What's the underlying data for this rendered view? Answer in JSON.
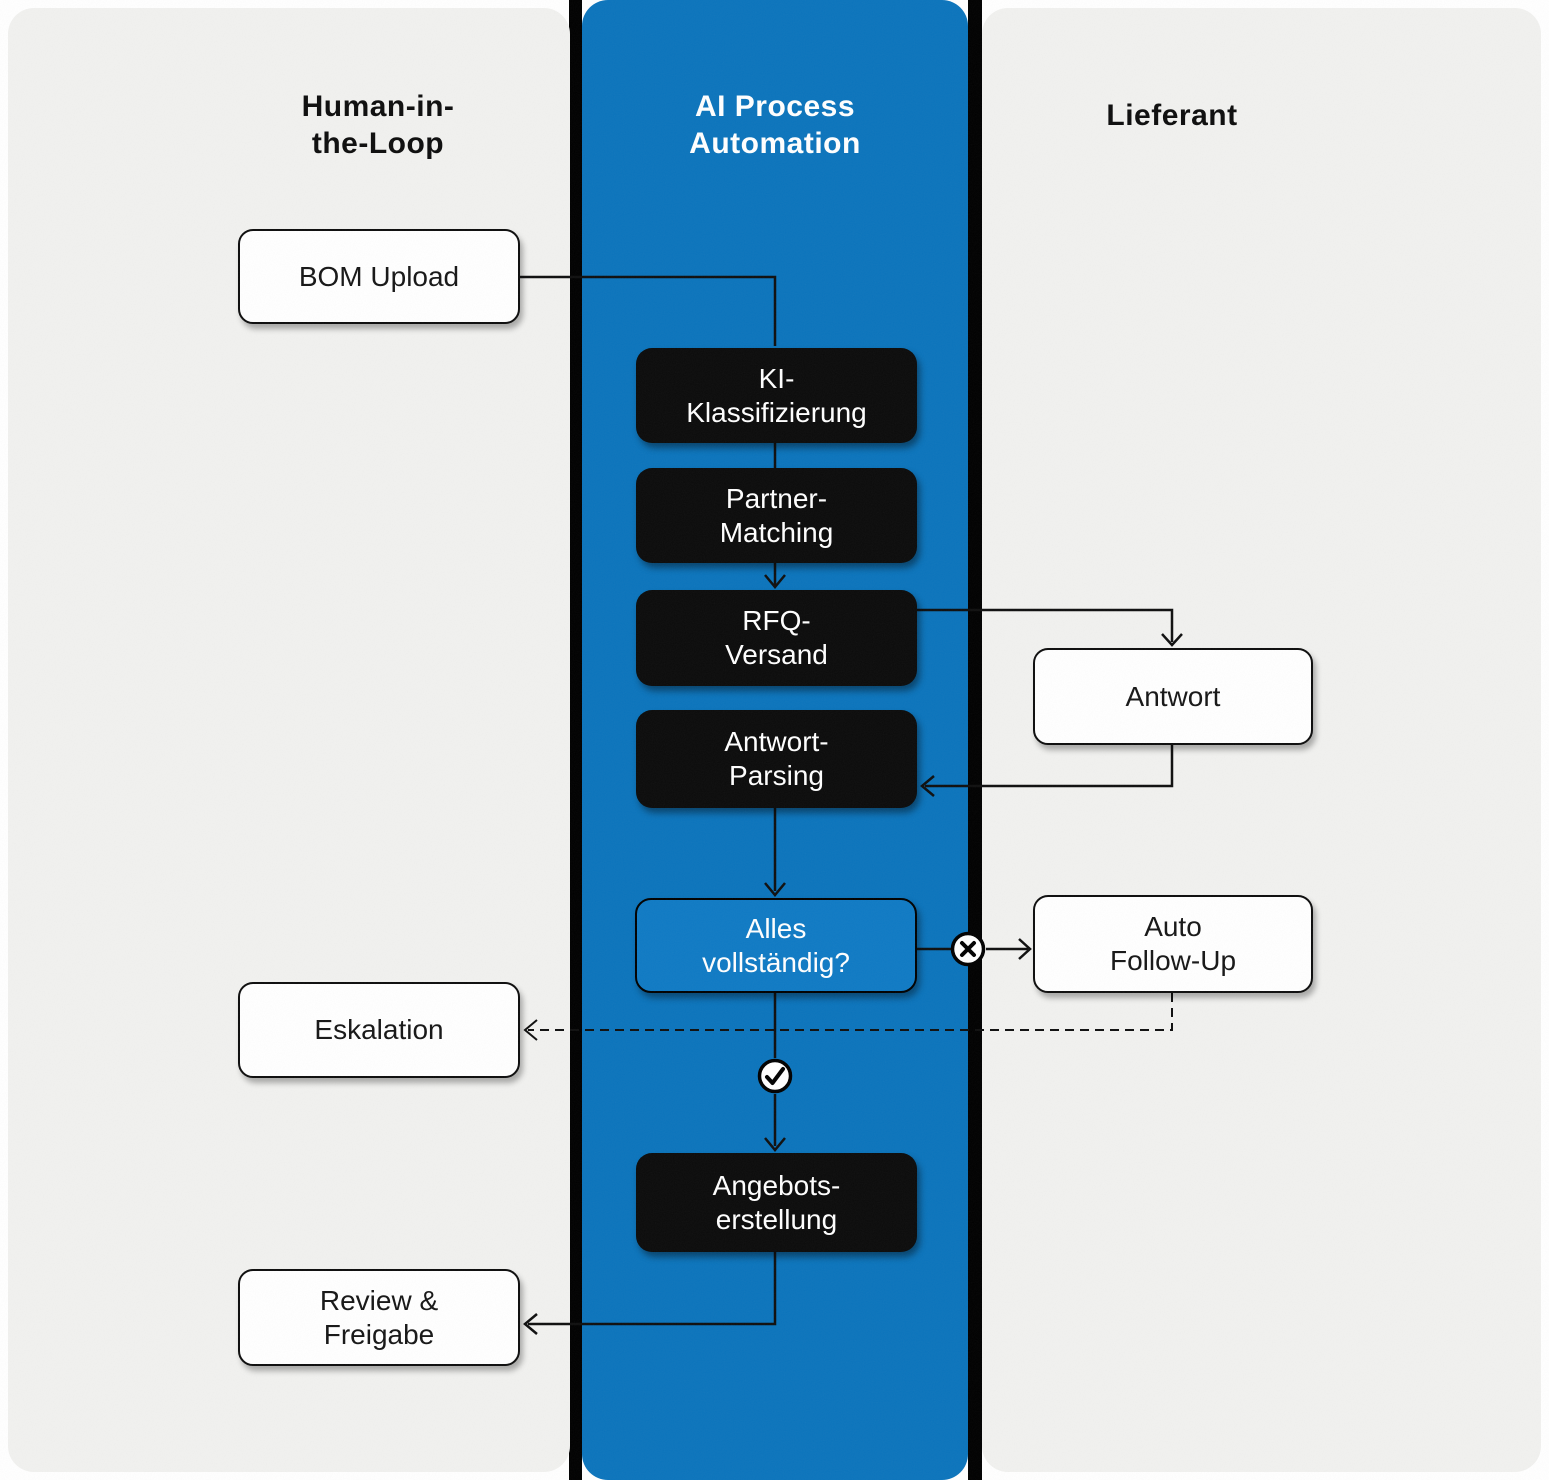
{
  "diagram": {
    "lanes": [
      {
        "title": "Human-in-\nthe-Loop"
      },
      {
        "title": "AI Process\nAutomation"
      },
      {
        "title": "Lieferant"
      }
    ],
    "nodes": {
      "bom_upload": "BOM Upload",
      "ki_klassifizierung": "KI-\nKlassifizierung",
      "partner_matching": "Partner-\nMatching",
      "rfq_versand": "RFQ-\nVersand",
      "antwort": "Antwort",
      "antwort_parsing": "Antwort-\nParsing",
      "alles_vollstaendig": "Alles\nvollständig?",
      "auto_follow_up": "Auto\nFollow-Up",
      "eskalation": "Eskalation",
      "angebotserstellung": "Angebots-\nerstellung",
      "review_freigabe": "Review &\nFreigabe"
    },
    "icons": {
      "decision_no": "cross-circle",
      "decision_yes": "check-circle"
    },
    "colors": {
      "lane_blue": "#0b74bc",
      "lane_gray": "#f1f1ef",
      "separator_black": "#000000",
      "node_black": "#0b0b0b",
      "node_white": "#ffffff",
      "decision_fill": "#0f7ac4",
      "connector": "#0f0f0f"
    }
  }
}
